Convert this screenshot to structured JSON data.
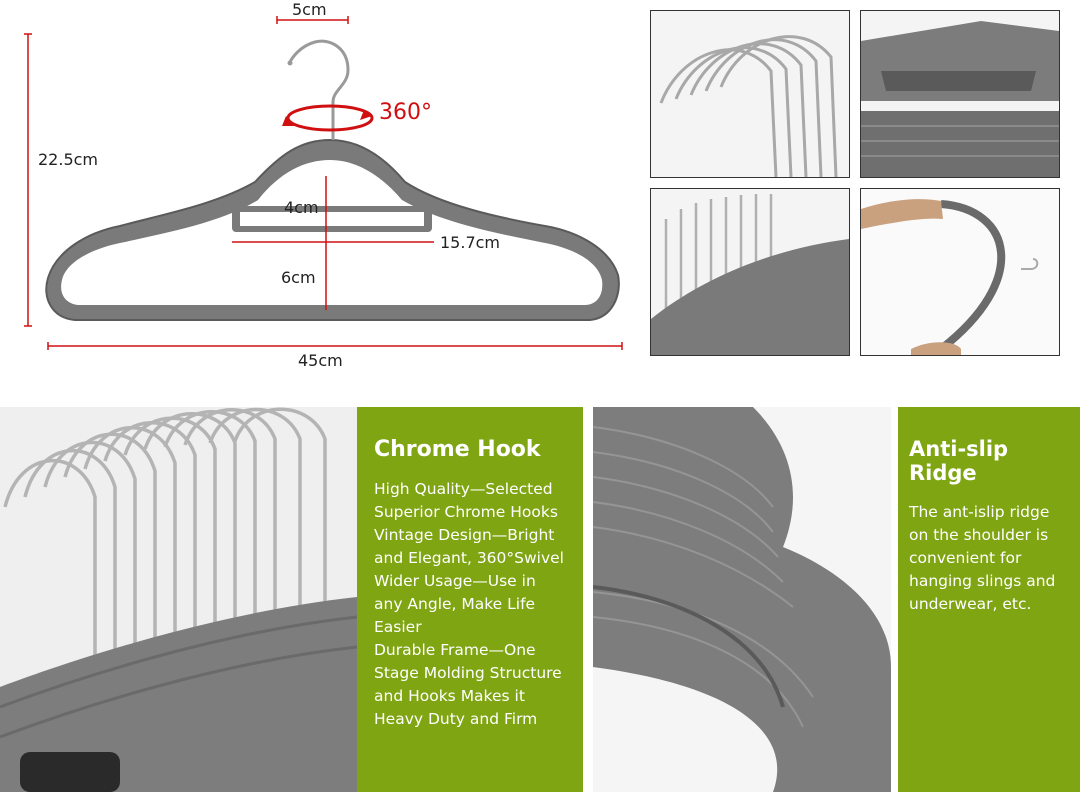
{
  "diagram": {
    "hook_width": "5cm",
    "rotation": "360°",
    "total_height": "22.5cm",
    "bar_gap": "4cm",
    "bar_width": "15.7cm",
    "bottom_gap": "6cm",
    "total_width": "45cm"
  },
  "features": [
    {
      "title": "Chrome Hook",
      "body": "High Quality—Selected\nSuperior Chrome Hooks\nVintage Design—Bright\nand Elegant, 360°Swivel\nWider Usage—Use in\nany Angle, Make Life\nEasier\nDurable Frame—One\nStage Molding Structure\nand Hooks Makes it\nHeavy Duty and Firm"
    },
    {
      "title": "Anti-slip Ridge",
      "body": "The ant-islip ridge\non the shoulder is\nconvenient for\nhanging slings and\nunderwear, etc."
    }
  ],
  "colors": {
    "green_panel": "#7fa513",
    "dimension_line": "#d01010",
    "hanger_gray": "#6e6e6e"
  }
}
